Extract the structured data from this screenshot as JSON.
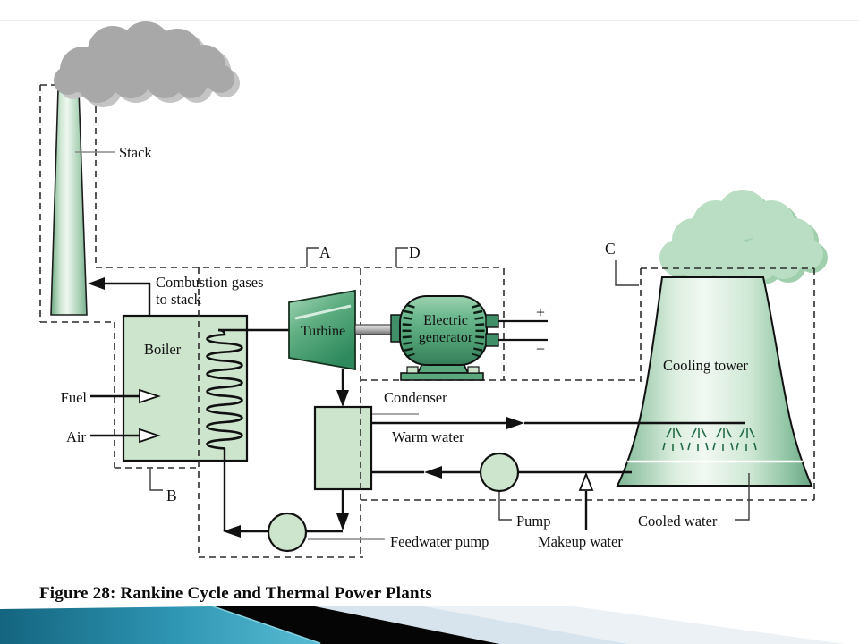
{
  "slide": {
    "caption": "Figure 28: Rankine Cycle and Thermal Power Plants"
  },
  "labels": {
    "stack": "Stack",
    "combustion_gases_line1": "Combustion gases",
    "combustion_gases_line2": "to stack",
    "boiler": "Boiler",
    "fuel": "Fuel",
    "air": "Air",
    "turbine": "Turbine",
    "generator_line1": "Electric",
    "generator_line2": "generator",
    "terminal_plus": "+",
    "terminal_minus": "−",
    "condenser": "Condenser",
    "warm_water": "Warm water",
    "cooling_tower": "Cooling tower",
    "pump": "Pump",
    "makeup_water": "Makeup water",
    "cooled_water": "Cooled water",
    "feedwater_pump": "Feedwater pump"
  },
  "zones": {
    "a": "A",
    "b": "B",
    "c": "C",
    "d": "D"
  },
  "colors": {
    "component_fill_green": "#cde5cd",
    "machine_green": "#4f9f74",
    "tower_light_green": "#e9f5eb",
    "steam_cloud_green": "#badec3",
    "smoke_gray": "#a8a8a8",
    "swoosh_teal": "#2f96b4",
    "swoosh_black": "#050505",
    "swoosh_pale_blue": "#d7e4ed",
    "dash_color": "#2b2b2b"
  }
}
